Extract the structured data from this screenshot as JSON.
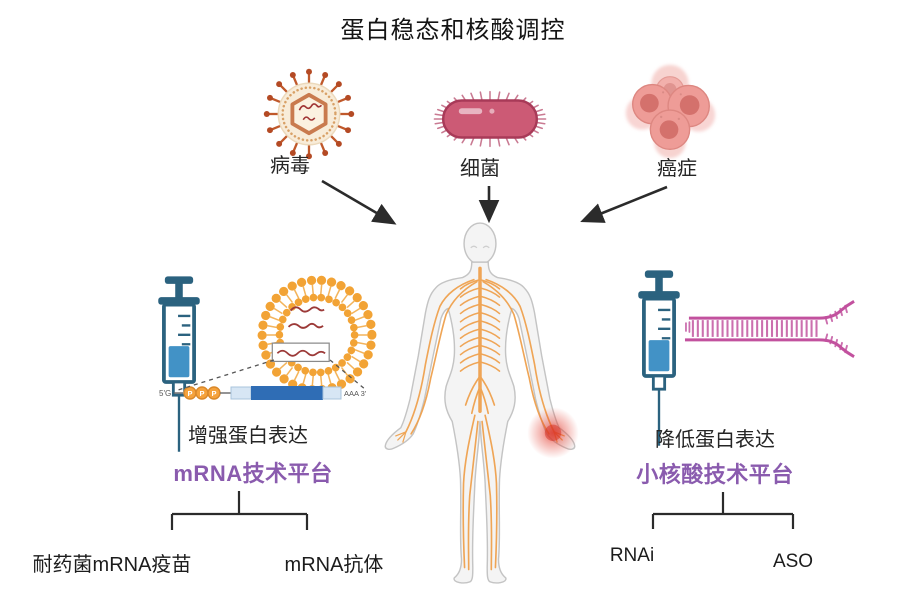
{
  "title": "蛋白稳态和核酸调控",
  "pathogens": {
    "virus": {
      "label": "病毒",
      "icon": "virus-icon"
    },
    "bacteria": {
      "label": "细菌",
      "icon": "bacteria-icon"
    },
    "cancer": {
      "label": "癌症",
      "icon": "cancer-icon"
    }
  },
  "mrna_platform": {
    "effect_label": "增强蛋白表达",
    "platform_label": "mRNA技术平台",
    "construct": {
      "cap": "5'G",
      "p": [
        "P",
        "P",
        "P"
      ],
      "tail": "AAA 3'"
    },
    "branches": [
      "耐药菌mRNA疫苗",
      "mRNA抗体"
    ]
  },
  "sirna_platform": {
    "effect_label": "降低蛋白表达",
    "platform_label": "小核酸技术平台",
    "branches": [
      "RNAi",
      "ASO"
    ]
  },
  "colors": {
    "platform_purple": "#8a5bae",
    "syringe_blue": "#2b627f",
    "liquid_blue": "#4292c6",
    "nerve_orange": "#efa14e",
    "lipid_orange": "#f2a335",
    "sirna_pink": "#c2519e",
    "virus_rust": "#c0592b",
    "bacteria_pink": "#cc5a75",
    "cancer_pink": "#ee9c97",
    "arrow_dark": "#2b2b2b",
    "pain_red": "#e23b2e"
  }
}
